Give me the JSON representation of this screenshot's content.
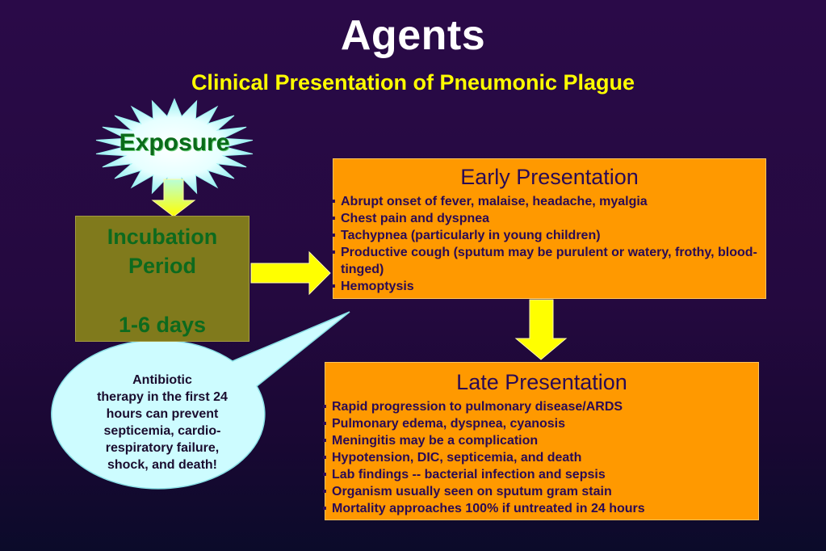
{
  "title": "Agents",
  "subtitle": "Clinical Presentation of Pneumonic Plague",
  "exposure": {
    "label": "Exposure"
  },
  "incubation": {
    "label_line1": "Incubation",
    "label_line2": "Period",
    "duration": "1-6 days"
  },
  "early": {
    "heading": "Early Presentation",
    "items": [
      "Abrupt onset of fever, malaise, headache, myalgia",
      "Chest pain and dyspnea",
      "Tachypnea (particularly in young children)",
      "Productive cough (sputum may be purulent or watery, frothy, blood-tinged)",
      "Hemoptysis"
    ]
  },
  "late": {
    "heading": "Late Presentation",
    "items": [
      "Rapid progression to pulmonary disease/ARDS",
      "Pulmonary edema, dyspnea, cyanosis",
      "Meningitis may be a complication",
      "Hypotension, DIC, septicemia, and death",
      "Lab findings -- bacterial infection and sepsis",
      "Organism usually seen on sputum gram stain",
      "Mortality approaches 100% if untreated in 24 hours"
    ]
  },
  "callout": {
    "lines": [
      "Antibiotic",
      "therapy in the first 24",
      "hours can prevent",
      "septicemia, cardio-",
      "respiratory failure,",
      "shock, and death!"
    ]
  },
  "colors": {
    "background": "#240940",
    "title": "#ffffff",
    "subtitle": "#ffff00",
    "box_fill": "#ff9900",
    "box_text": "#2a0a55",
    "incubation_fill": "#807a1c",
    "incubation_text": "#0d6a1e",
    "arrow_yellow": "#ffff00",
    "highlight_arrow": "#e8201c",
    "bubble_fill": "#cdfcff"
  }
}
